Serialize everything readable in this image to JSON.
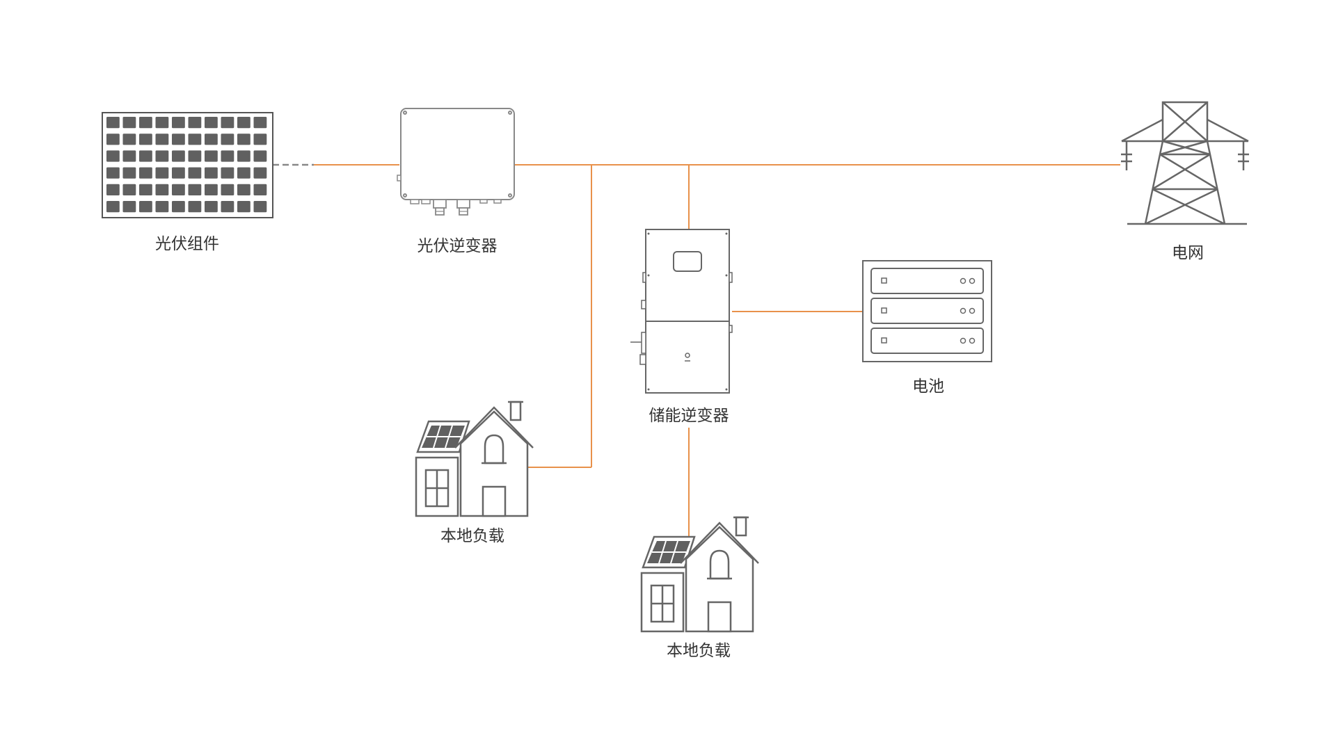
{
  "colors": {
    "line": "#E8914A",
    "icon_stroke": "#666666",
    "cell_fill": "#606060",
    "background": "#FFFFFF",
    "text": "#333333"
  },
  "labels": {
    "pv_module": "光伏组件",
    "pv_inverter": "光伏逆变器",
    "grid": "电网",
    "storage_inverter": "储能逆变器",
    "battery": "电池",
    "local_load_left": "本地负载",
    "local_load_bottom": "本地负载"
  },
  "icons": {
    "pv_module": "solar-panel-icon",
    "pv_inverter": "inverter-icon",
    "grid": "power-tower-icon",
    "storage_inverter": "hybrid-inverter-icon",
    "battery": "battery-rack-icon",
    "local_load": "house-with-solar-icon"
  }
}
